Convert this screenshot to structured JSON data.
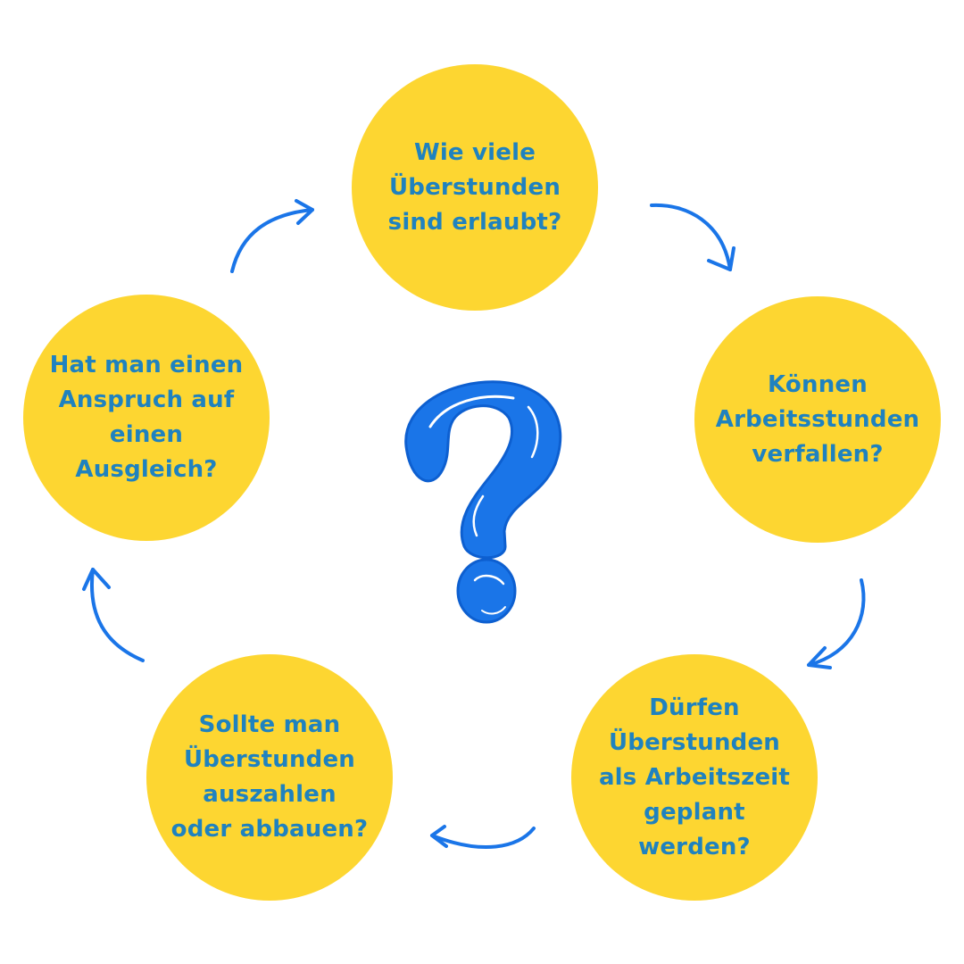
{
  "colors": {
    "background": "#ffffff",
    "circle_fill": "#fdd631",
    "label_text": "#1f82bf",
    "arrow": "#1a75e8",
    "question_mark": "#1a75e8"
  },
  "center_icon": "question-mark-icon",
  "nodes": [
    {
      "lines": [
        "Wie viele",
        "Überstunden",
        "sind erlaubt?"
      ]
    },
    {
      "lines": [
        "Können",
        "Arbeitsstunden",
        "verfallen?"
      ]
    },
    {
      "lines": [
        "Dürfen",
        "Überstunden",
        "als Arbeitszeit",
        "geplant",
        "werden?"
      ]
    },
    {
      "lines": [
        "Sollte man",
        "Überstunden",
        "auszahlen",
        "oder abbauen?"
      ]
    },
    {
      "lines": [
        "Hat man einen",
        "Anspruch auf",
        "einen",
        "Ausgleich?"
      ]
    }
  ],
  "cycle_direction": "clockwise",
  "arrow_icon": "curved-arrow-icon"
}
